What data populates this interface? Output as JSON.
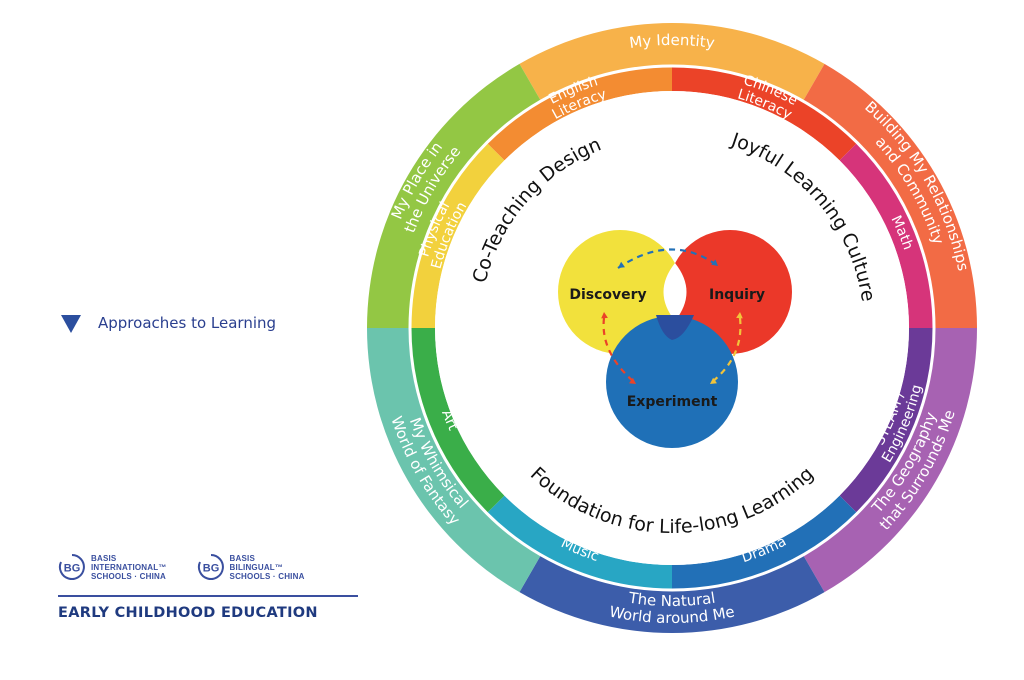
{
  "colors": {
    "outer_ring": [
      "#F7B24A",
      "#F26B45",
      "#A762B2",
      "#3C5DAA",
      "#6BC4AD",
      "#93C744"
    ],
    "middle_ring": [
      "#F38C32",
      "#EB4328",
      "#D6347A",
      "#6B3A98",
      "#2270B7",
      "#28A6C4",
      "#3AAE49",
      "#F2D13D"
    ],
    "discovery": "#F2E13C",
    "inquiry": "#EB3829",
    "experiment": "#1F70B7",
    "accent_triangle": "#2B4E9E",
    "brand_blue": "#2A3F8F"
  },
  "outer_ring": [
    {
      "label": "My Identity"
    },
    {
      "label": "Building My Relationships and Community"
    },
    {
      "label": "The Geography that Surrounds Me"
    },
    {
      "label": "The Natural World around Me"
    },
    {
      "label": "My Whimsical World of Fantasy"
    },
    {
      "label": "My Place in the Universe"
    }
  ],
  "middle_ring": [
    {
      "label": "English Literacy"
    },
    {
      "label": "Chinese Literacy"
    },
    {
      "label": "Math"
    },
    {
      "label": "STEAM / Engineering"
    },
    {
      "label": "Drama"
    },
    {
      "label": "Music"
    },
    {
      "label": "Art"
    },
    {
      "label": "Physical Education"
    }
  ],
  "inner_ring": [
    {
      "label": "Co-Teaching Design"
    },
    {
      "label": "Joyful Learning Culture"
    },
    {
      "label": "Foundation for Life-long Learning"
    }
  ],
  "venn": {
    "discovery": "Discovery",
    "inquiry": "Inquiry",
    "experiment": "Experiment"
  },
  "legend": {
    "icon": "triangle-icon",
    "label": "Approaches to Learning"
  },
  "branding": {
    "logo1_mark": "BG",
    "logo1_lines": [
      "BASIS",
      "INTERNATIONAL™",
      "SCHOOLS · CHINA"
    ],
    "logo2_mark": "BG",
    "logo2_lines": [
      "BASIS",
      "BILINGUAL™",
      "SCHOOLS · CHINA"
    ],
    "title": "EARLY CHILDHOOD EDUCATION"
  }
}
